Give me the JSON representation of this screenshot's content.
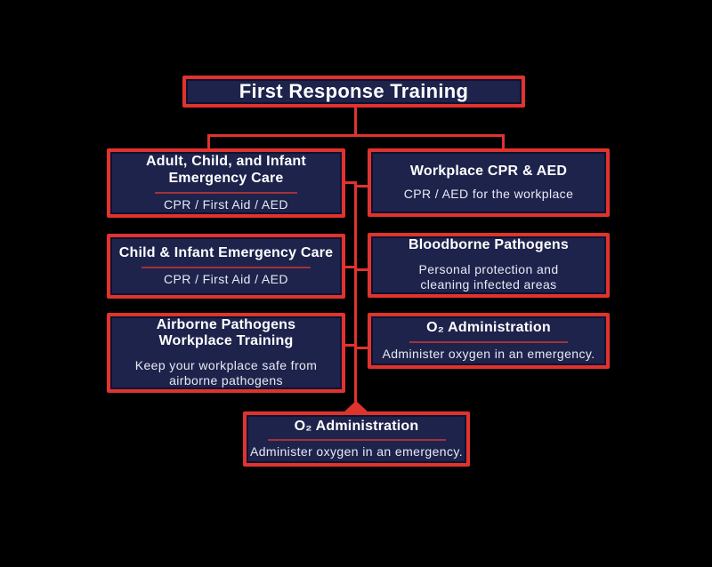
{
  "colors": {
    "background": "#000000",
    "box_fill": "#1e234c",
    "box_border": "#e0332e",
    "underline": "#a1323c",
    "title_text": "#ffffff",
    "subtitle_text": "#e8eaf3"
  },
  "root_box": {
    "title": "First Response Training"
  },
  "left_column": [
    {
      "title": "Adult, Child, and Infant\nEmergency Care",
      "underline": true,
      "subtitle": "CPR / First Aid / AED"
    },
    {
      "title": "Child & Infant Emergency Care",
      "underline": true,
      "subtitle": "CPR / First Aid / AED"
    },
    {
      "title": "Airborne Pathogens\nWorkplace Training",
      "underline": true,
      "subtitle": "Keep your workplace safe from\nairborne pathogens"
    }
  ],
  "right_column": [
    {
      "title": "Workplace CPR & AED",
      "underline": false,
      "subtitle": "CPR / AED for the workplace"
    },
    {
      "title": "Bloodborne Pathogens",
      "underline": true,
      "subtitle": "Personal protection and\ncleaning infected areas"
    },
    {
      "title": "O₂ Administration",
      "underline": true,
      "subtitle": "Administer oxygen in an emergency."
    }
  ],
  "bottom_box": {
    "title": "O₂ Administration",
    "underline": true,
    "subtitle": "Administer oxygen in an emergency."
  }
}
